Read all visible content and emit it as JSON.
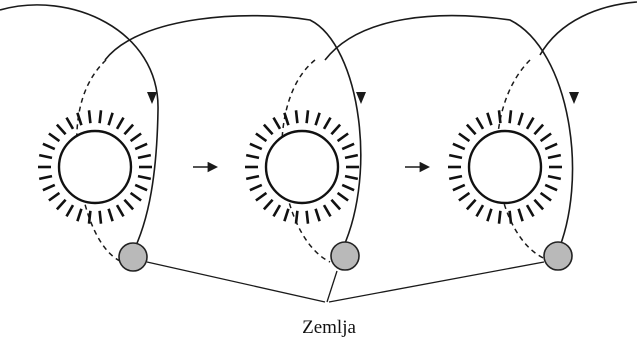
{
  "diagram": {
    "earth_label": "Zemlja",
    "sun_count": 3,
    "earth_count": 3,
    "colors": {
      "ink": "#111111",
      "earth_fill": "#b9b9b9",
      "background": "#ffffff"
    }
  }
}
